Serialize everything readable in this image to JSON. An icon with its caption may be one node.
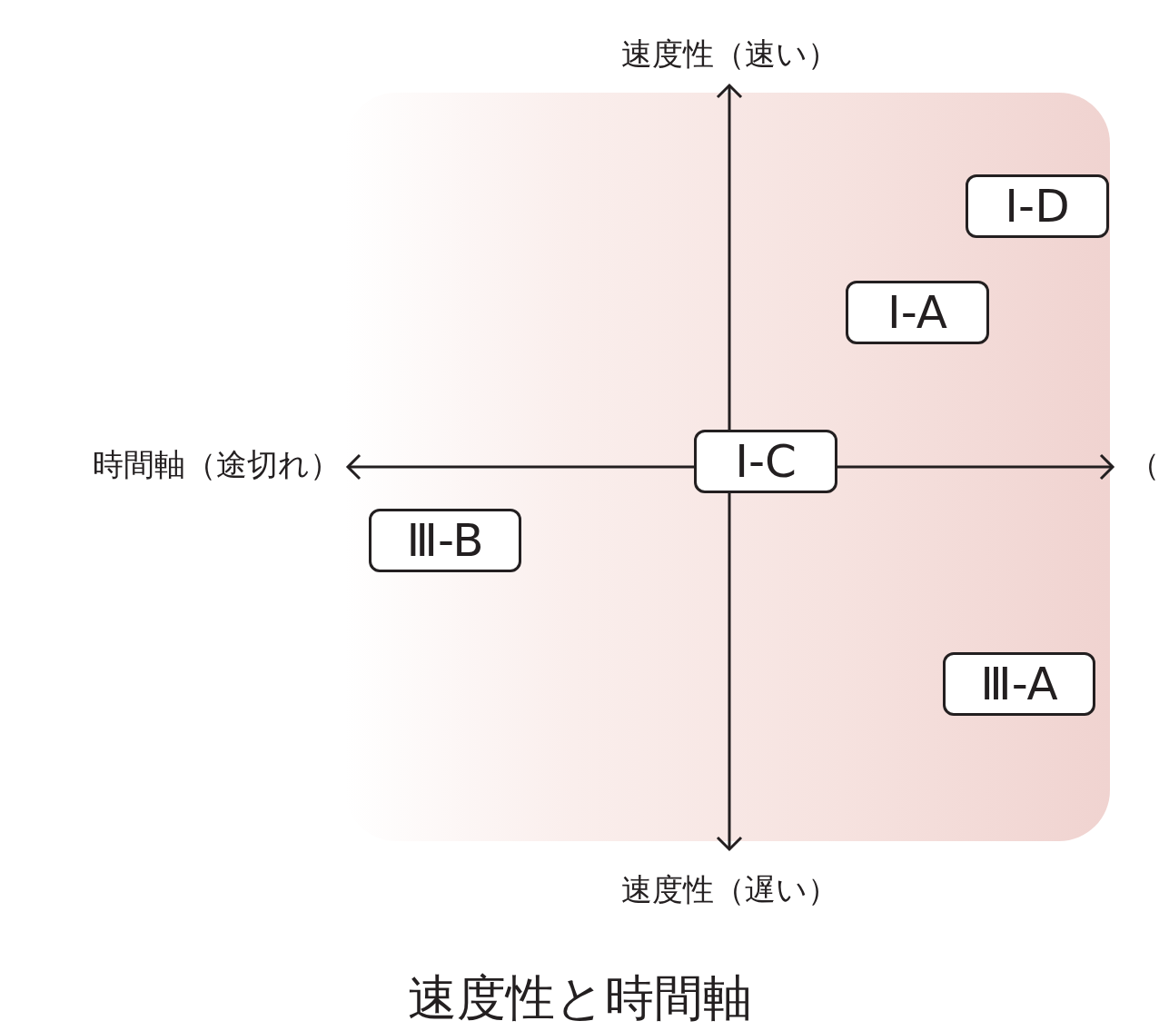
{
  "diagram": {
    "title": "速度性と時間軸",
    "nodes": [
      {
        "text": [
          "Ⅰ-D"
        ]
      },
      {
        "text": [
          "Ⅰ-A"
        ]
      },
      {
        "text": [
          "Ⅰ-C"
        ]
      },
      {
        "text": [
          "Ⅲ-B"
        ]
      },
      {
        "text": [
          "Ⅲ-A"
        ]
      }
    ],
    "edges": [],
    "labels": [
      "速度性（速い）",
      "時間軸（途切れ）",
      "（",
      "速度性（遅い）"
    ]
  }
}
